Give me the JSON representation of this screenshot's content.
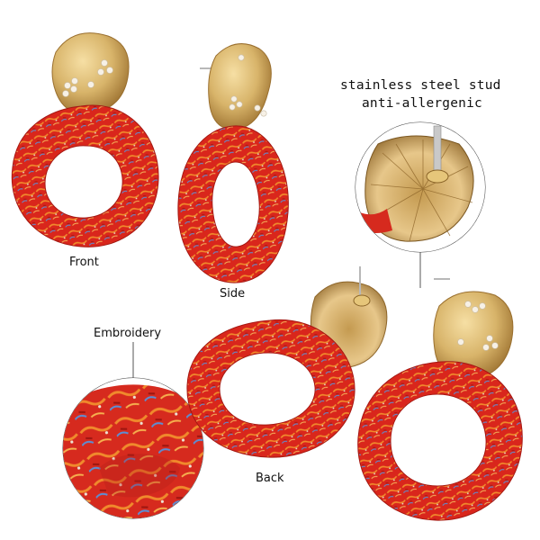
{
  "labels": {
    "front": "Front",
    "side": "Side",
    "back": "Back",
    "embroidery": "Embroidery",
    "stud_line1": "stainless steel stud",
    "stud_line2": "anti-allergenic"
  },
  "colors": {
    "fabric_red": "#d9261c",
    "fabric_orange": "#f08a2c",
    "fabric_blue": "#5a8fd6",
    "gold": "#d8b46a",
    "gold_dark": "#a87c36",
    "pearl": "#f7f1e6",
    "leader": "#555555"
  },
  "views": [
    "front",
    "side",
    "back",
    "stud-closeup",
    "embroidery-closeup"
  ]
}
